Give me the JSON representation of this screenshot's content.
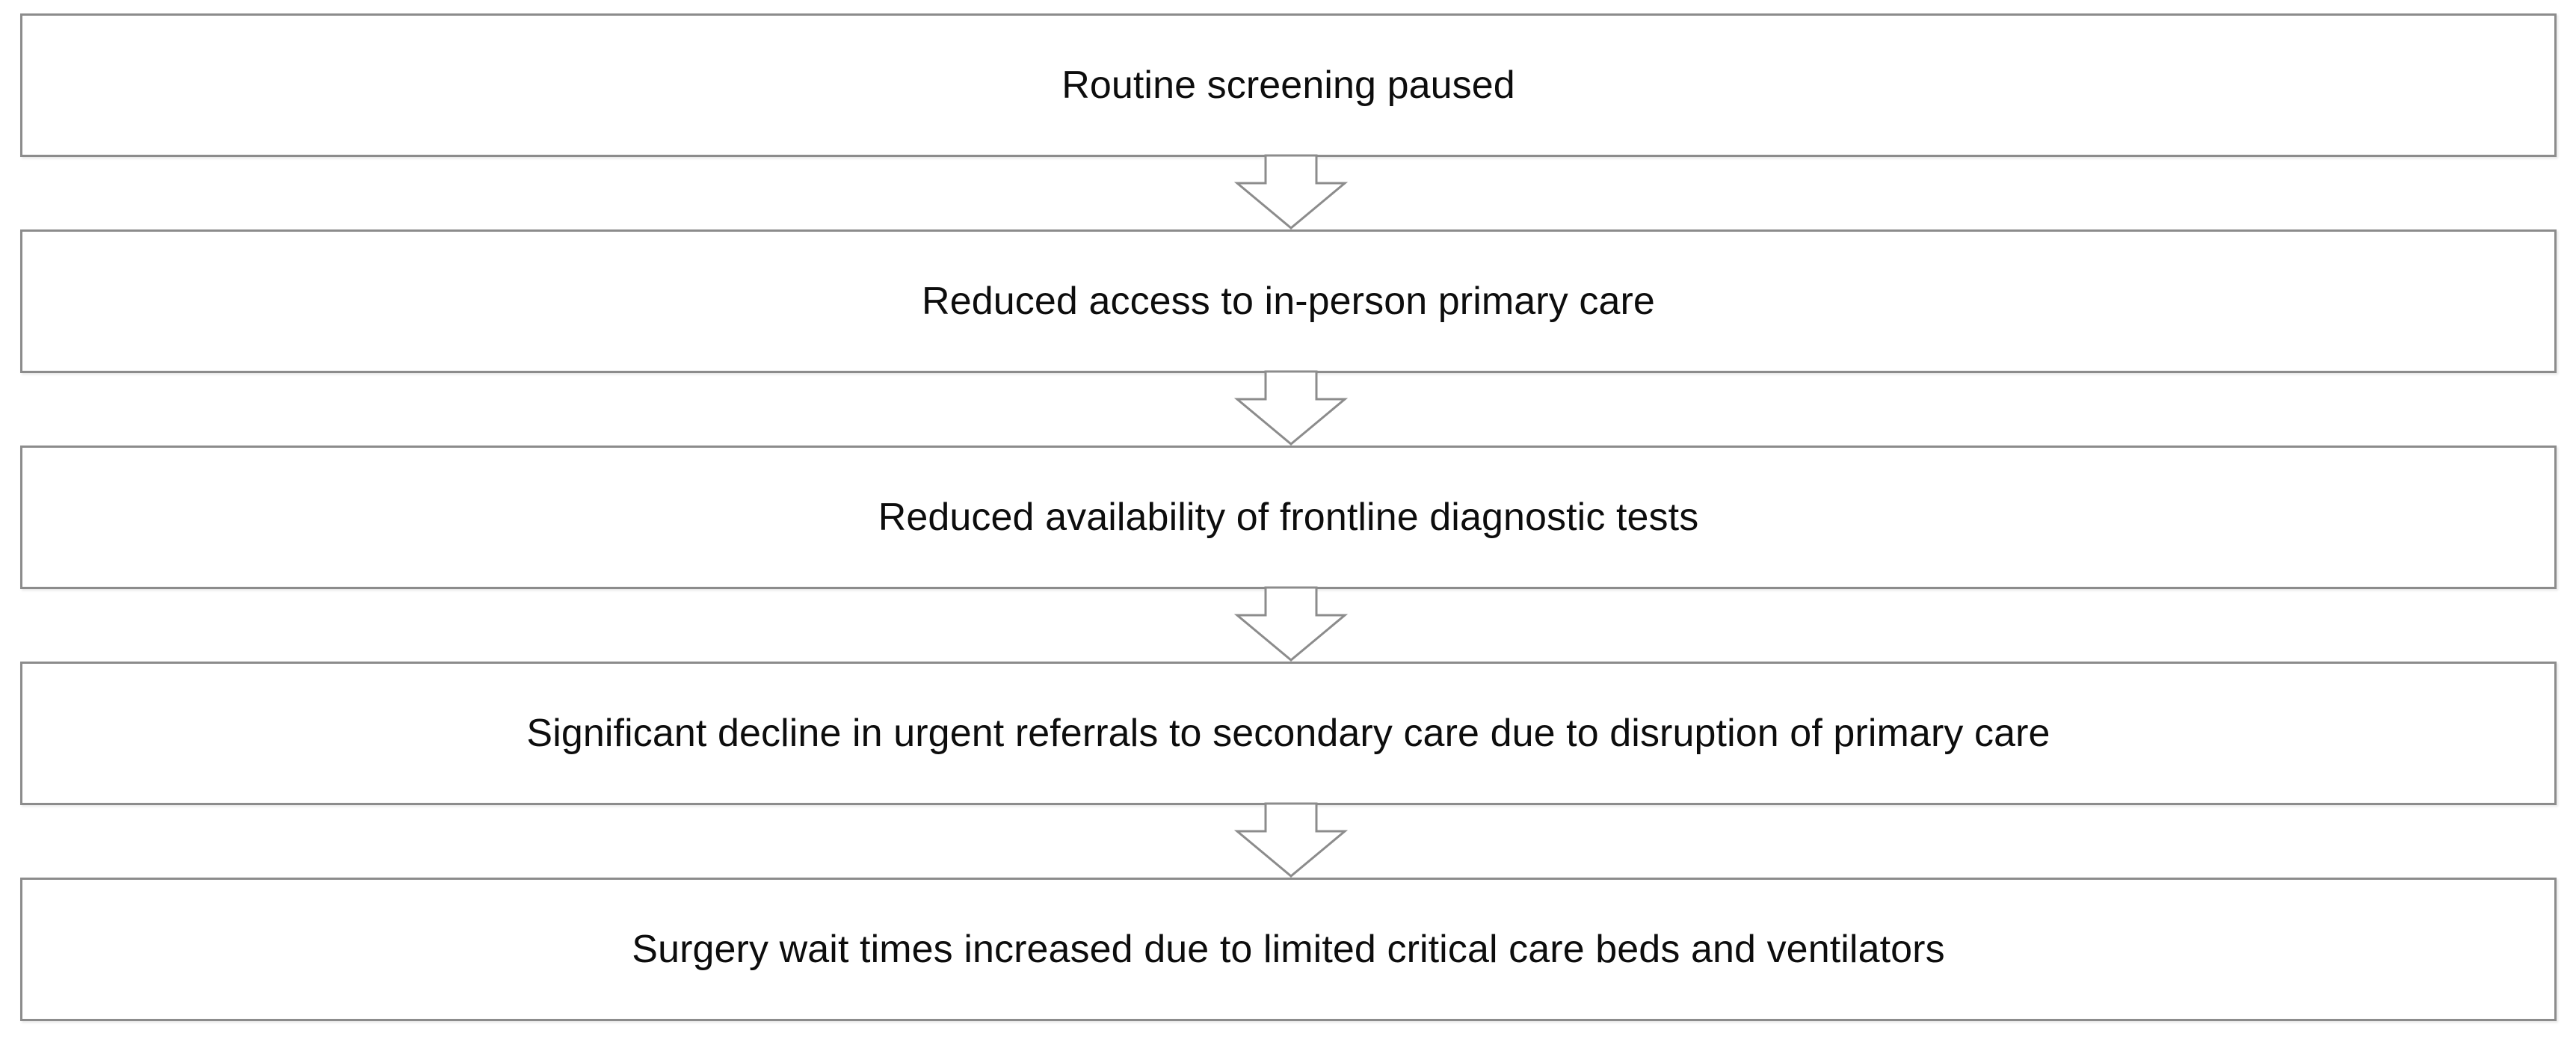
{
  "diagram": {
    "type": "flowchart",
    "orientation": "vertical",
    "title": "",
    "colors": {
      "box_border": "#8c8c8c",
      "box_fill": "#ffffff",
      "text": "#0d0d0d",
      "arrow_stroke": "#8c8c8c",
      "arrow_fill": "#ffffff",
      "background": "#ffffff"
    },
    "nodes": [
      {
        "id": "node-1",
        "label": "Routine screening paused"
      },
      {
        "id": "node-2",
        "label": "Reduced access to in-person primary care"
      },
      {
        "id": "node-3",
        "label": "Reduced availability of frontline diagnostic tests"
      },
      {
        "id": "node-4",
        "label": "Significant decline in urgent referrals to secondary care due to disruption of primary care"
      },
      {
        "id": "node-5",
        "label": "Surgery wait times increased due to limited critical care beds and ventilators"
      }
    ],
    "connectors": [
      {
        "id": "conn-1",
        "from": "node-1",
        "to": "node-2",
        "icon": "down-arrow-icon"
      },
      {
        "id": "conn-2",
        "from": "node-2",
        "to": "node-3",
        "icon": "down-arrow-icon"
      },
      {
        "id": "conn-3",
        "from": "node-3",
        "to": "node-4",
        "icon": "down-arrow-icon"
      },
      {
        "id": "conn-4",
        "from": "node-4",
        "to": "node-5",
        "icon": "down-arrow-icon"
      }
    ]
  }
}
